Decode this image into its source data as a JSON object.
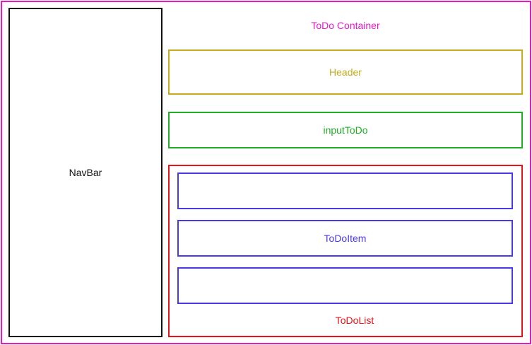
{
  "diagram": {
    "todo_container": {
      "label": "ToDo Container",
      "color": "#e619c6"
    },
    "navbar": {
      "label": "NavBar",
      "color": "#111111"
    },
    "header": {
      "label": "Header",
      "color": "#c3ad1d"
    },
    "input_todo": {
      "label": "inputToDo",
      "color": "#1fae24"
    },
    "todo_list": {
      "label": "ToDoList",
      "color": "#e8141a"
    },
    "todo_items": [
      {
        "label": ""
      },
      {
        "label": "ToDoItem"
      },
      {
        "label": ""
      }
    ],
    "todo_item_color": "#4a3ae6"
  }
}
